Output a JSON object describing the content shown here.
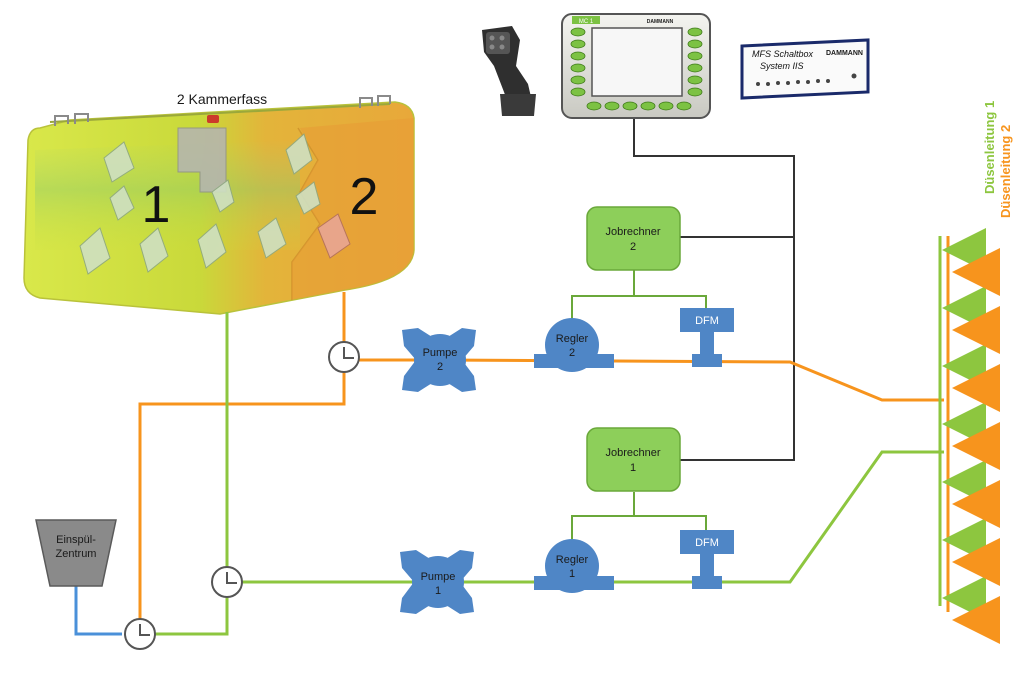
{
  "tank": {
    "title": "2 Kammerfass",
    "chamber1": "1",
    "chamber2": "2"
  },
  "flush_center": {
    "line1": "Einspül-",
    "line2": "Zentrum"
  },
  "pump1": {
    "line1": "Pumpe",
    "line2": "1"
  },
  "pump2": {
    "line1": "Pumpe",
    "line2": "2"
  },
  "regler1": {
    "line1": "Regler",
    "line2": "1"
  },
  "regler2": {
    "line1": "Regler",
    "line2": "2"
  },
  "jobrechner1": {
    "line1": "Jobrechner",
    "line2": "1"
  },
  "jobrechner2": {
    "line1": "Jobrechner",
    "line2": "2"
  },
  "dfm1": "DFM",
  "dfm2": "DFM",
  "terminal": {
    "brand": "DAMMANN",
    "model": "MC 1"
  },
  "switchbox": {
    "line1": "MFS Schaltbox",
    "line2": "System IIS",
    "brand": "DAMMANN"
  },
  "boom": {
    "line1_label": "Düsenleitung 1",
    "line2_label": "Düsenleitung 2"
  },
  "colors": {
    "line1": "#8dc63f",
    "line2": "#f7941d",
    "flush_line": "#4a90d9",
    "device_blue": "#4f86c6",
    "jobrechner_fill": "#8dcf5a",
    "cable": "#333333",
    "valve": "#555555"
  }
}
